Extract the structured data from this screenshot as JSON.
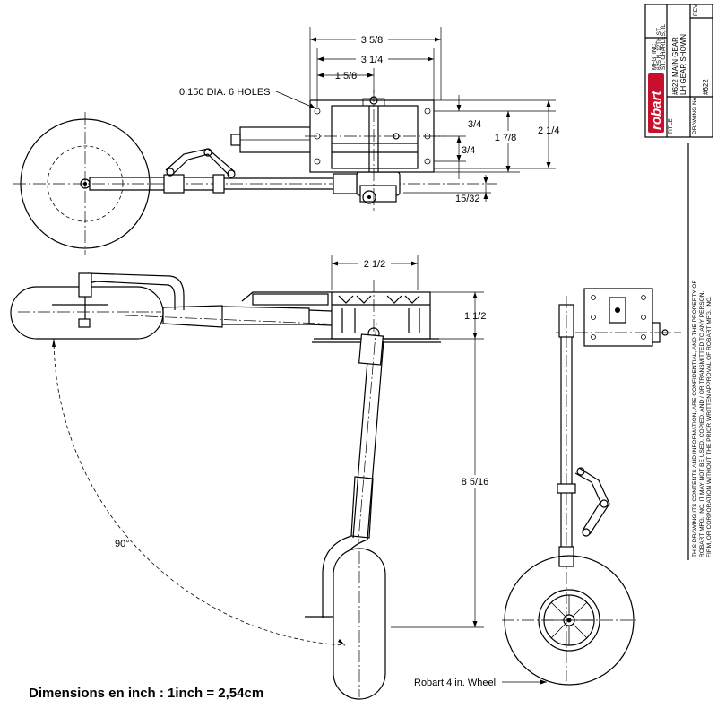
{
  "title_block": {
    "logo": "robart",
    "company_lines": [
      "MFG. INC.",
      "625 N. 12TH ST.",
      "ST. CHARLES, IL"
    ],
    "title_label": "TITLE",
    "title_lines": [
      "#622 MAIN GEAR",
      "LH GEAR SHOWN"
    ],
    "rev_label": "REV.",
    "drawing_no_label": "DRAWING No.",
    "drawing_no": "#622",
    "notice_lines": [
      "THIS DRAWING ITS CONTENTS AND INFORMATION, ARE CONFIDENTIAL, AND THE PROPERTY OF",
      "ROBART MFG. INC. IT MAY NOT BE USED, COPIED, AND / OR TRANSMITTED TO ANY PERSON,",
      "FIRM, OR CORPORATION WITHOUT THE PRIOR WRITTEN APPROVAL OF ROBART MFG. INC."
    ]
  },
  "dimensions": {
    "d_3_5_8": "3 5/8",
    "d_3_1_4": "3 1/4",
    "d_1_5_8": "1 5/8",
    "holes": "0.150 DIA. 6 HOLES",
    "d_3_4_a": "3/4",
    "d_3_4_b": "3/4",
    "d_1_7_8": "1 7/8",
    "d_2_1_4": "2 1/4",
    "d_15_32": "15/32",
    "d_2_1_2": "2 1/2",
    "d_1_1_2": "1 1/2",
    "d_8_5_16": "8 5/16",
    "angle": "90°"
  },
  "labels": {
    "wheel": "Robart 4 in. Wheel",
    "units_note": "Dimensions en inch : 1inch = 2,54cm"
  }
}
